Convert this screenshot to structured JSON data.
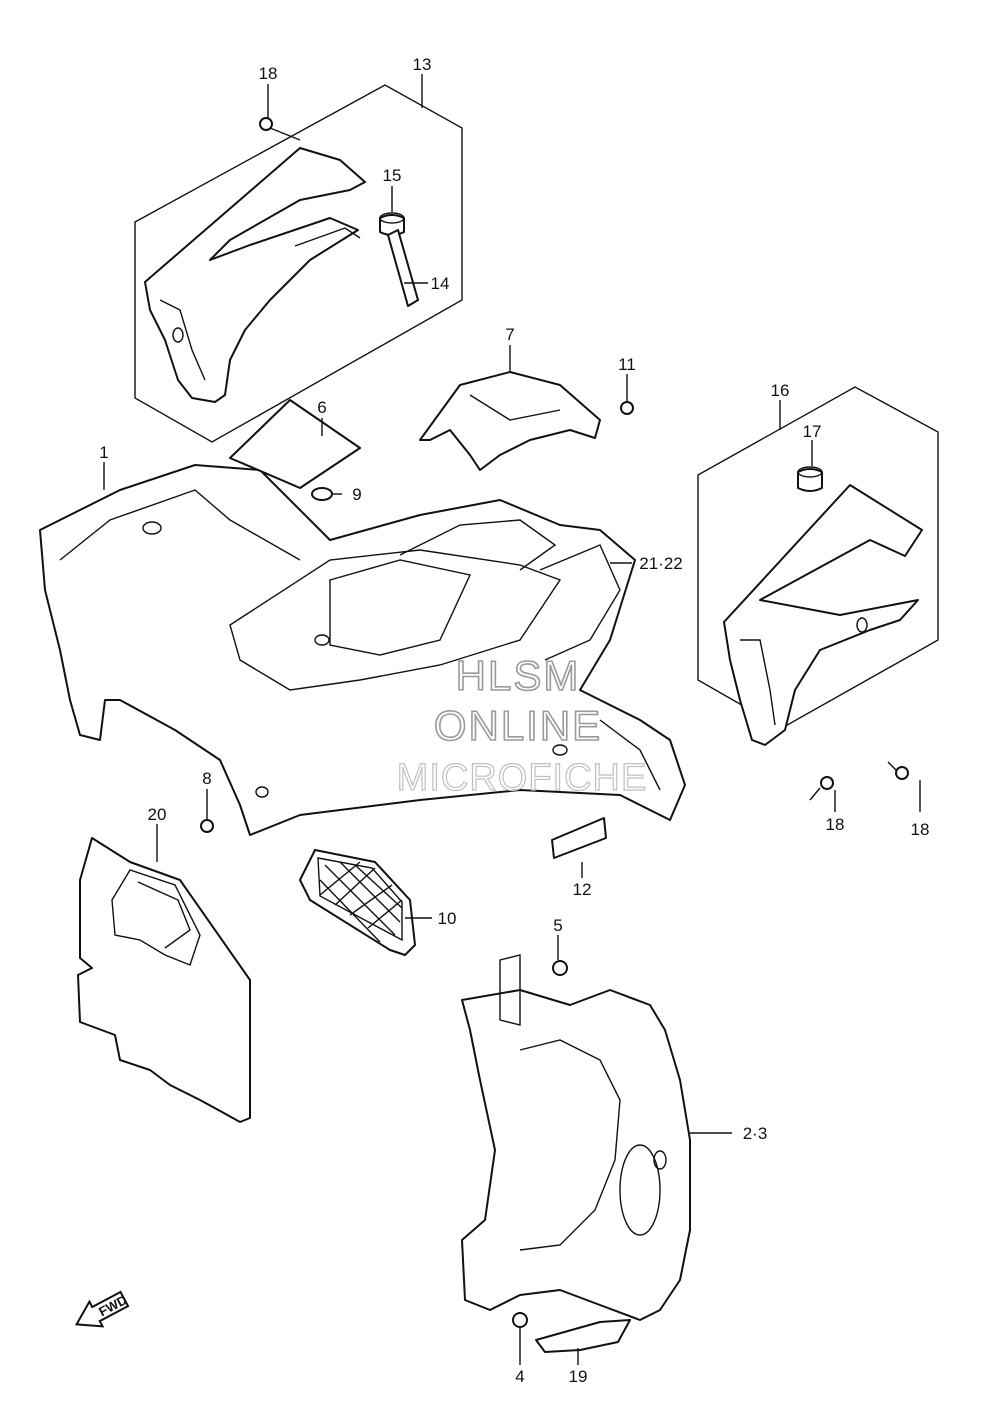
{
  "callouts": {
    "p1": "1",
    "p2_3": "2·3",
    "p4": "4",
    "p5": "5",
    "p6": "6",
    "p7": "7",
    "p8": "8",
    "p9": "9",
    "p10": "10",
    "p11": "11",
    "p12": "12",
    "p13": "13",
    "p14": "14",
    "p15": "15",
    "p16": "16",
    "p17": "17",
    "p18_top": "18",
    "p18_right_a": "18",
    "p18_right_b": "18",
    "p19": "19",
    "p20": "20",
    "p21_22": "21·22"
  },
  "watermark": {
    "line1": "HLSM",
    "line2": "ONLINE",
    "line3": "MICROFICHE"
  },
  "fwd_badge": "FWD"
}
